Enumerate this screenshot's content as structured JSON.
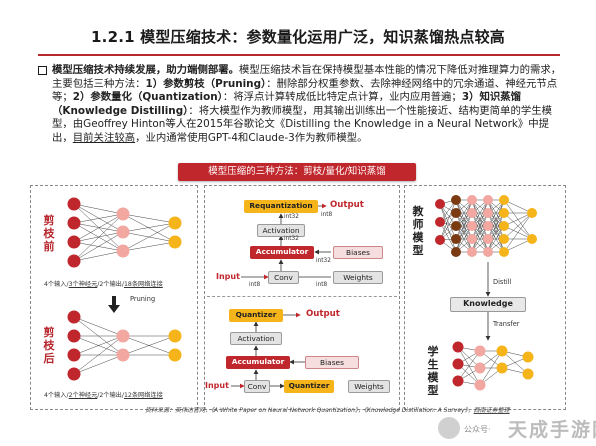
{
  "header": {
    "title": "1.2.1 模型压缩技术：参数量化运用广泛，知识蒸馏热点较高"
  },
  "paragraph": {
    "lead": "模型压缩技术持续发展，助力端侧部署。",
    "part1": "模型压缩技术旨在保持模型基本性能的情况下降低对推理算力的需求，主要包括三种方法：",
    "m1": "1）参数剪枝（Pruning）",
    "part2": "：删除部分权重参数、去除神经网络中的冗余通道、神经元节点等；",
    "m2": "2）参数量化（Quantization）",
    "part3": "：将浮点计算转成低比特定点计算，业内应用普遍；",
    "m3": "3）知识蒸馏（Knowledge Distilling）",
    "part4": "：将大模型作为教师模型，用其输出训练出一个性能接近、结构更简单的学生模型，由Geoffrey Hinton等人在2015年谷歌论文《Distilling the Knowledge in a Neural Network》中提出，",
    "part5": "目前关注较高",
    "part6": "，业内通常使用GPT-4和Claude-3作为教师模型",
    "part7": "。"
  },
  "banner": {
    "text": "模型压缩的三种方法：剪枝/量化/知识蒸馏"
  },
  "pruning": {
    "before_label": "剪枝前",
    "after_label": "剪枝后",
    "before_caption_a": "4个输入/",
    "before_caption_b": "3个神经元",
    "before_caption_c": "/2个输出/",
    "before_caption_d": "18条网络连接",
    "after_caption_a": "4个输入/",
    "after_caption_b": "2个神经元",
    "after_caption_c": "/2个输出/",
    "after_caption_d": "12条网络连接",
    "arrow_label": "Pruning"
  },
  "quant_top": {
    "requantization": "Requantization",
    "output": "Output",
    "activation": "Activation",
    "accumulator": "Accumulator",
    "biases": "Biases",
    "input": "Input",
    "conv": "Conv",
    "weights": "Weights",
    "l_int8_req": "int8",
    "l_int32_act": "int32",
    "l_int32_acc": "int32",
    "l_int32_b": "int32",
    "l_int8_in": "int8",
    "l_int8_w": "int8"
  },
  "quant_bottom": {
    "quantizer_top": "Quantizer",
    "output": "Output",
    "activation": "Activation",
    "accumulator": "Accumulator",
    "biases": "Biases",
    "input": "Input",
    "conv": "Conv",
    "quantizer_w": "Quantizer",
    "weights": "Weights"
  },
  "distill": {
    "teacher_label": "教师模型",
    "student_label": "学生模型",
    "distill": "Distill",
    "knowledge": "Knowledge",
    "transfer": "Transfer"
  },
  "source": {
    "prefix": "资料来源：英伟达官网，《A White Paper on Neural Network Quantization》，《Knowledge Distillation: A Survey》，",
    "org": "西南证券整理"
  },
  "watermark": {
    "small": "公众号·",
    "big": "天成手游网"
  },
  "colors": {
    "red": "#c0272d",
    "yellow": "#f5b41a",
    "pink": "#f2a7a0",
    "brown": "#7a3a12"
  }
}
